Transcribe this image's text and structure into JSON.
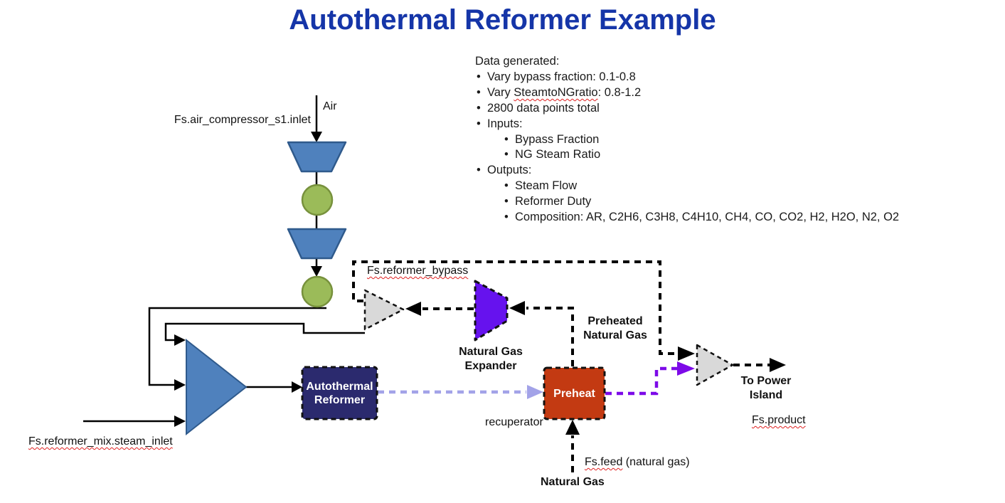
{
  "title": "Autothermal Reformer Example",
  "notes": {
    "heading": "Data generated:",
    "bullet": "•",
    "bullets": [
      {
        "text": "Vary bypass fraction: 0.1-0.8"
      },
      {
        "pre": "Vary ",
        "flagged": "SteamtoNGratio",
        "post": ": 0.8-1.2"
      },
      {
        "text": "2800 data points total"
      },
      {
        "text": "Inputs:"
      },
      {
        "text": "Bypass Fraction"
      },
      {
        "text": "NG Steam Ratio"
      },
      {
        "text": "Outputs:"
      },
      {
        "text": "Steam Flow"
      },
      {
        "text": "Reformer Duty"
      },
      {
        "text": "Composition: AR, C2H6, C3H8, C4H10, CH4, CO, CO2, H2, H2O, N2, O2"
      }
    ]
  },
  "diagram": {
    "streams": {
      "air": "Air",
      "air_compressor_inlet": "Fs.air_compressor_s1.inlet",
      "reformer_bypass": "Fs.reformer_bypass",
      "steam_inlet": "Fs.reformer_mix.steam_inlet",
      "feed": "Fs.feed",
      "feed_note": " (natural gas)",
      "natural_gas": "Natural Gas",
      "preheated_ng_line1": "Preheated",
      "preheated_ng_line2": "Natural Gas",
      "to_power_line1": "To Power",
      "to_power_line2": "Island",
      "product": "Fs.product"
    },
    "equipment": {
      "expander_line1": "Natural Gas",
      "expander_line2": "Expander",
      "reformer_line1": "Autothermal",
      "reformer_line2": "Reformer",
      "preheat": "Preheat",
      "recuperator": "recuperator"
    },
    "colors": {
      "title_text": "#1535a8",
      "compressor_fill": "#4f81bd",
      "compressor_stroke": "#2f5a8c",
      "cooler_fill": "#9bbb59",
      "cooler_stroke": "#77913c",
      "mixer_fill": "#4f81bd",
      "expander_fill": "#6612ee",
      "reformer_fill": "#2b2a6e",
      "preheat_fill": "#c33a12",
      "splitter_fill": "#d9d9d9",
      "reformer_effluent_stream": "#a3a3e8",
      "preheated_product_stream": "#7d0ae8",
      "spellcheck_underline": "#e02020"
    }
  }
}
